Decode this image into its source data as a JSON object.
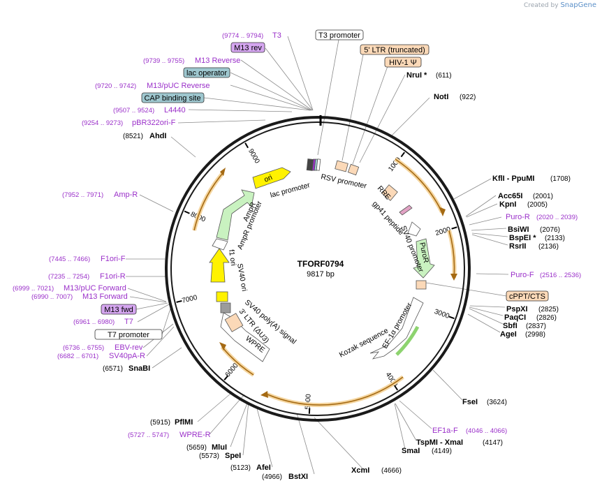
{
  "credit": {
    "prefix": "Created by",
    "brand": "SnapGene"
  },
  "plasmid": {
    "name": "TFORF0794",
    "size_label": "9817 bp",
    "length": 9817
  },
  "ticks": [
    "1000",
    "2000",
    "3000",
    "4000",
    "5000",
    "6000",
    "7000",
    "8000",
    "9000"
  ],
  "enzymes": [
    {
      "name": "NruI *",
      "pos": "(611)"
    },
    {
      "name": "NotI",
      "pos": "(922)"
    },
    {
      "name": "KflI  - PpuMI",
      "pos": "(1708)"
    },
    {
      "name": "Acc65I",
      "pos": "(2001)"
    },
    {
      "name": "KpnI",
      "pos": "(2005)"
    },
    {
      "name": "BsiWI",
      "pos": "(2076)"
    },
    {
      "name": "BspEI *",
      "pos": "(2133)"
    },
    {
      "name": "RsrII",
      "pos": "(2136)"
    },
    {
      "name": "PspXI",
      "pos": "(2825)"
    },
    {
      "name": "PaqCI",
      "pos": "(2826)"
    },
    {
      "name": "SbfI",
      "pos": "(2837)"
    },
    {
      "name": "AgeI",
      "pos": "(2998)"
    },
    {
      "name": "FseI",
      "pos": "(3624)"
    },
    {
      "name": "TspMI  - XmaI",
      "pos": "(4147)"
    },
    {
      "name": "SmaI",
      "pos": "(4149)"
    },
    {
      "name": "XcmI",
      "pos": "(4666)"
    },
    {
      "name": "BstXI",
      "pos": "(4966)"
    },
    {
      "name": "AfeI",
      "pos": "(5123)"
    },
    {
      "name": "SpeI",
      "pos": "(5573)"
    },
    {
      "name": "MluI",
      "pos": "(5659)"
    },
    {
      "name": "PflMI",
      "pos": "(5915)"
    },
    {
      "name": "SnaBI",
      "pos": "(6571)"
    },
    {
      "name": "AhdI",
      "pos": "(8521)"
    }
  ],
  "primers": [
    {
      "name": "T3",
      "pos": "(9774 .. 9794)"
    },
    {
      "name": "M13 Reverse",
      "pos": "(9739 .. 9755)"
    },
    {
      "name": "M13/pUC Reverse",
      "pos": "(9720 .. 9742)"
    },
    {
      "name": "L4440",
      "pos": "(9507 .. 9524)"
    },
    {
      "name": "pBR322ori-F",
      "pos": "(9254 .. 9273)"
    },
    {
      "name": "Amp-R",
      "pos": "(7952 .. 7971)"
    },
    {
      "name": "F1ori-F",
      "pos": "(7445 .. 7466)"
    },
    {
      "name": "F1ori-R",
      "pos": "(7235 .. 7254)"
    },
    {
      "name": "M13/pUC Forward",
      "pos": "(6999 .. 7021)"
    },
    {
      "name": "M13 Forward",
      "pos": "(6990 .. 7007)"
    },
    {
      "name": "T7",
      "pos": "(6961 .. 6980)"
    },
    {
      "name": "EBV-rev",
      "pos": "(6736 .. 6755)"
    },
    {
      "name": "SV40pA-R",
      "pos": "(6682 .. 6701)"
    },
    {
      "name": "WPRE-R",
      "pos": "(5727 .. 5747)"
    },
    {
      "name": "Puro-R",
      "pos": "(2020 .. 2039)"
    },
    {
      "name": "Puro-F",
      "pos": "(2516 .. 2536)"
    },
    {
      "name": "EF1a-F",
      "pos": "(4046 .. 4066)"
    }
  ],
  "boxed_labels": [
    {
      "text": "M13 rev"
    },
    {
      "text": "lac operator"
    },
    {
      "text": "CAP binding site"
    },
    {
      "text": "M13 fwd"
    },
    {
      "text": "T3 promoter"
    },
    {
      "text": "T7 promoter"
    },
    {
      "text": "5' LTR (truncated)"
    },
    {
      "text": "HIV-1 Ψ"
    },
    {
      "text": "cPPT/CTS"
    }
  ],
  "features": {
    "ori": "ori",
    "lac_promoter": "lac promoter",
    "rsv_promoter": "RSV promoter",
    "rre": "RRE",
    "gp41": "gp41 peptide",
    "sv40_promoter_1": "SV40 promoter",
    "puror": "PuroR",
    "ef1a": "EF-1α promoter",
    "kozak": "Kozak sequence",
    "wpre": "WPRE",
    "ltr3": "3' LTR (ΔU3)",
    "sv40_polya": "SV40 poly(A) signal",
    "sv40_ori": "SV40 ori",
    "f1_ori": "f1 ori",
    "ampr_promoter": "AmpR promoter",
    "ampr": "AmpR"
  },
  "colors": {
    "backbone": "#1a1a1a",
    "orf": "#e8a33a",
    "primer": "#9a2fc9",
    "ltr": "#fbd9b8",
    "green": "#c9f2c0",
    "yellow": "#fff200",
    "teal": "#9ec7cf",
    "purple_box": "#d5a6f0"
  }
}
